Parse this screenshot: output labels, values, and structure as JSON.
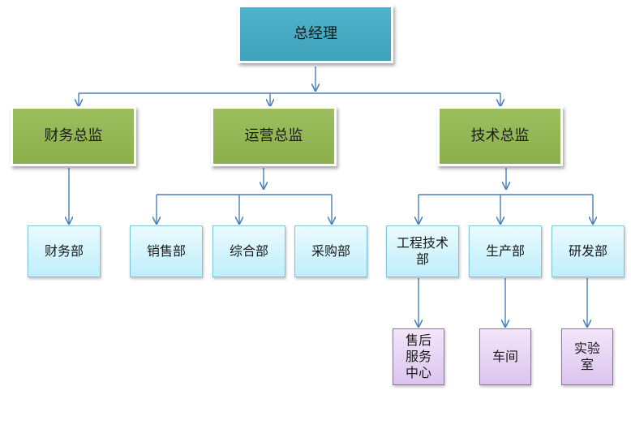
{
  "org_chart": {
    "gm": "总经理",
    "directors": {
      "finance": "财务总监",
      "operations": "运营总监",
      "technical": "技术总监"
    },
    "departments": {
      "finance": "财务部",
      "sales": "销售部",
      "general_affairs": "综合部",
      "procurement": "采购部",
      "engineering": "工程技术\n部",
      "production": "生产部",
      "rnd": "研发部"
    },
    "units": {
      "after_sales": "售后\n服务\n中心",
      "workshop": "车间",
      "laboratory": "实验\n室"
    }
  }
}
